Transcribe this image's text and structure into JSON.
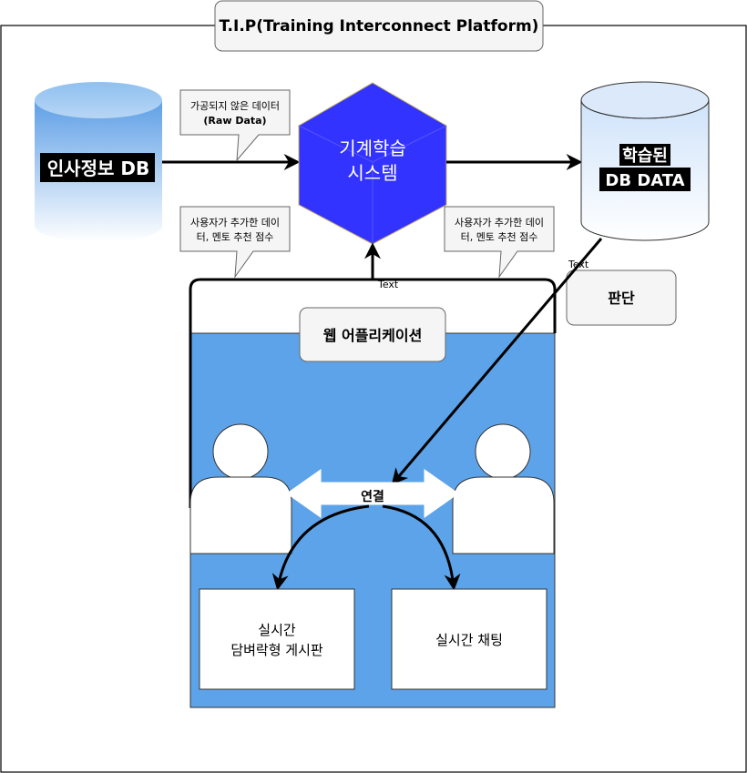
{
  "title": "T.I.P(Training Interconnect Platform)",
  "nodes": {
    "hr_db": "인사정보 DB",
    "ml_system_line1": "기계학습",
    "ml_system_line2": "시스템",
    "trained_db_line1": "학습된",
    "trained_db_line2": "DB DATA",
    "web_app": "웹 어플리케이션",
    "judgement": "판단",
    "realtime_board_line1": "실시간",
    "realtime_board_line2": "담벼락형 게시판",
    "realtime_chat": "실시간 채팅",
    "connect": "연결"
  },
  "callouts": {
    "raw_data_line1": "가공되지 않은 데이터",
    "raw_data_line2": "(Raw Data)",
    "user_added_left_line1": "사용자가 추가한 데이",
    "user_added_left_line2": "터, 멘토 추천 점수",
    "user_added_right_line1": "사용자가 추가한 데이",
    "user_added_right_line2": "터, 멘토 추천 점수"
  },
  "edge_labels": {
    "to_ml_arrow": "Text",
    "judge_arrow": "Text"
  },
  "colors": {
    "hexagon": "#3333ff",
    "web_panel": "#5da3ea",
    "db_gradient_top": "#6aa7e8",
    "db_gradient_bottom": "#ffffff",
    "trained_db_top": "#d7e8fb",
    "black": "#000000"
  }
}
